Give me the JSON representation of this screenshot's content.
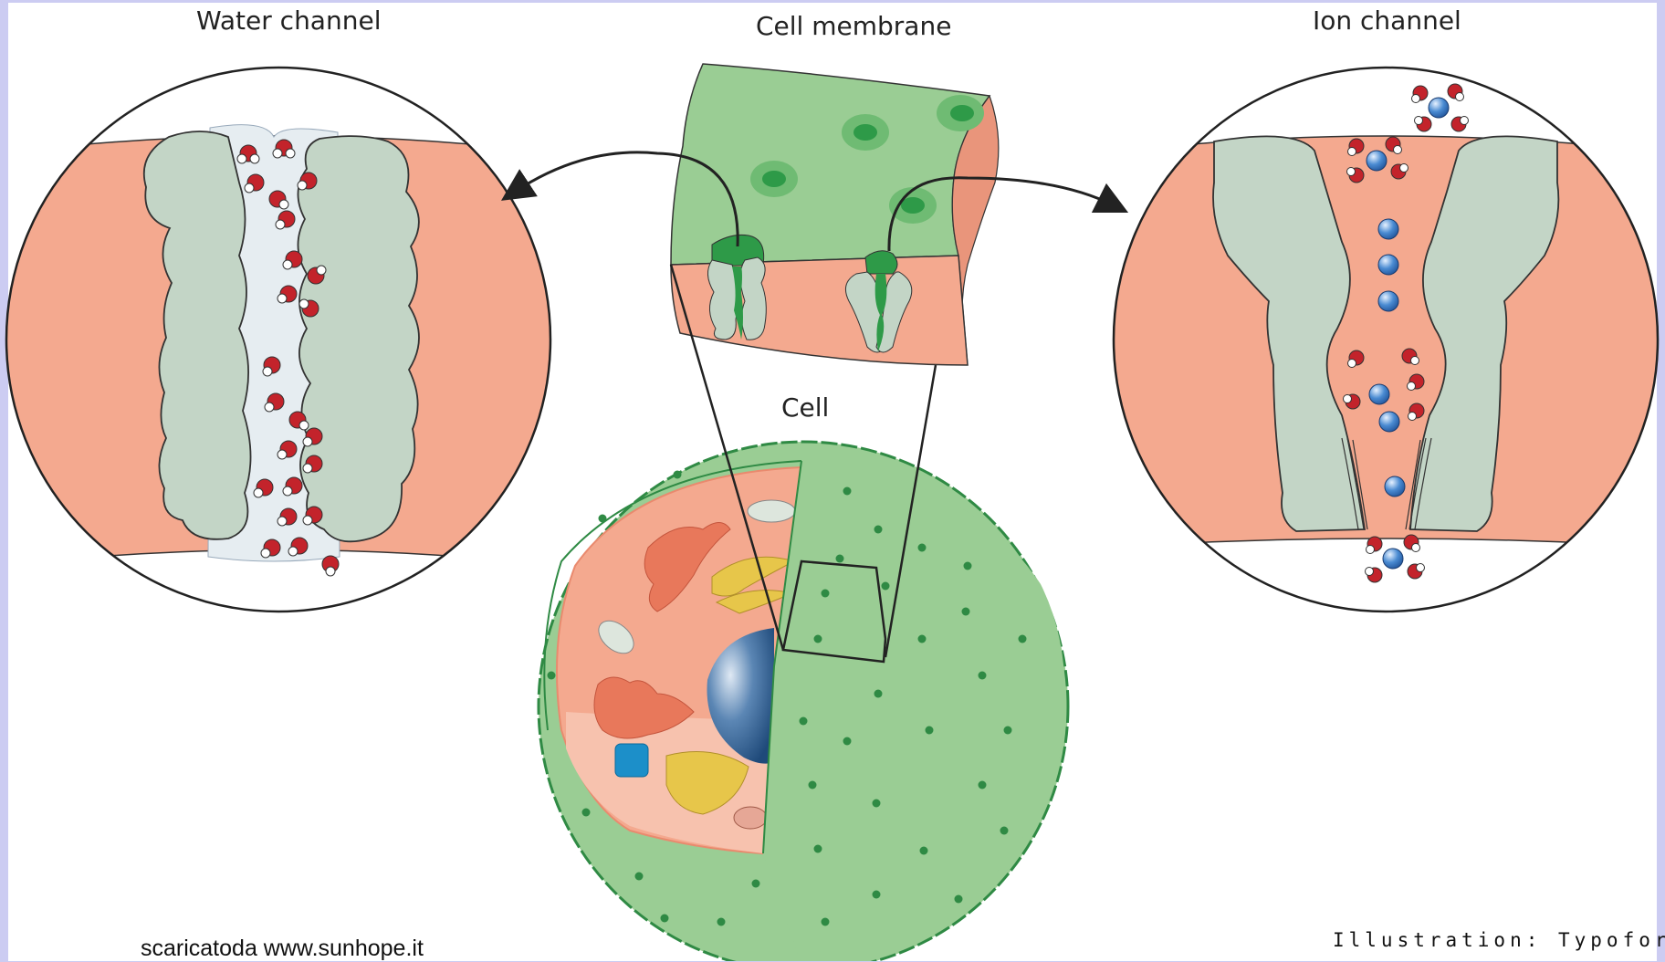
{
  "labels": {
    "water_channel": "Water channel",
    "cell_membrane": "Cell membrane",
    "ion_channel": "Ion channel",
    "cell": "Cell"
  },
  "credits": {
    "source": "scaricatoda www.sunhope.it",
    "illustration": "Illustration: Typoform"
  },
  "colors": {
    "background": "#ccccf2",
    "membrane_salmon": "#f4a98f",
    "cytoplasm_green": "#9acd94",
    "protein_gray_green": "#c3d5c6",
    "channel_dark_green": "#2e9a48",
    "water_oxygen_red": "#c3232b",
    "ion_blue": "#3f7fc8",
    "nucleus_blue": "#2b5d91"
  },
  "icons": [
    "arrow-left-curved-icon",
    "arrow-right-curved-icon",
    "water-molecule-icon",
    "ion-icon"
  ]
}
